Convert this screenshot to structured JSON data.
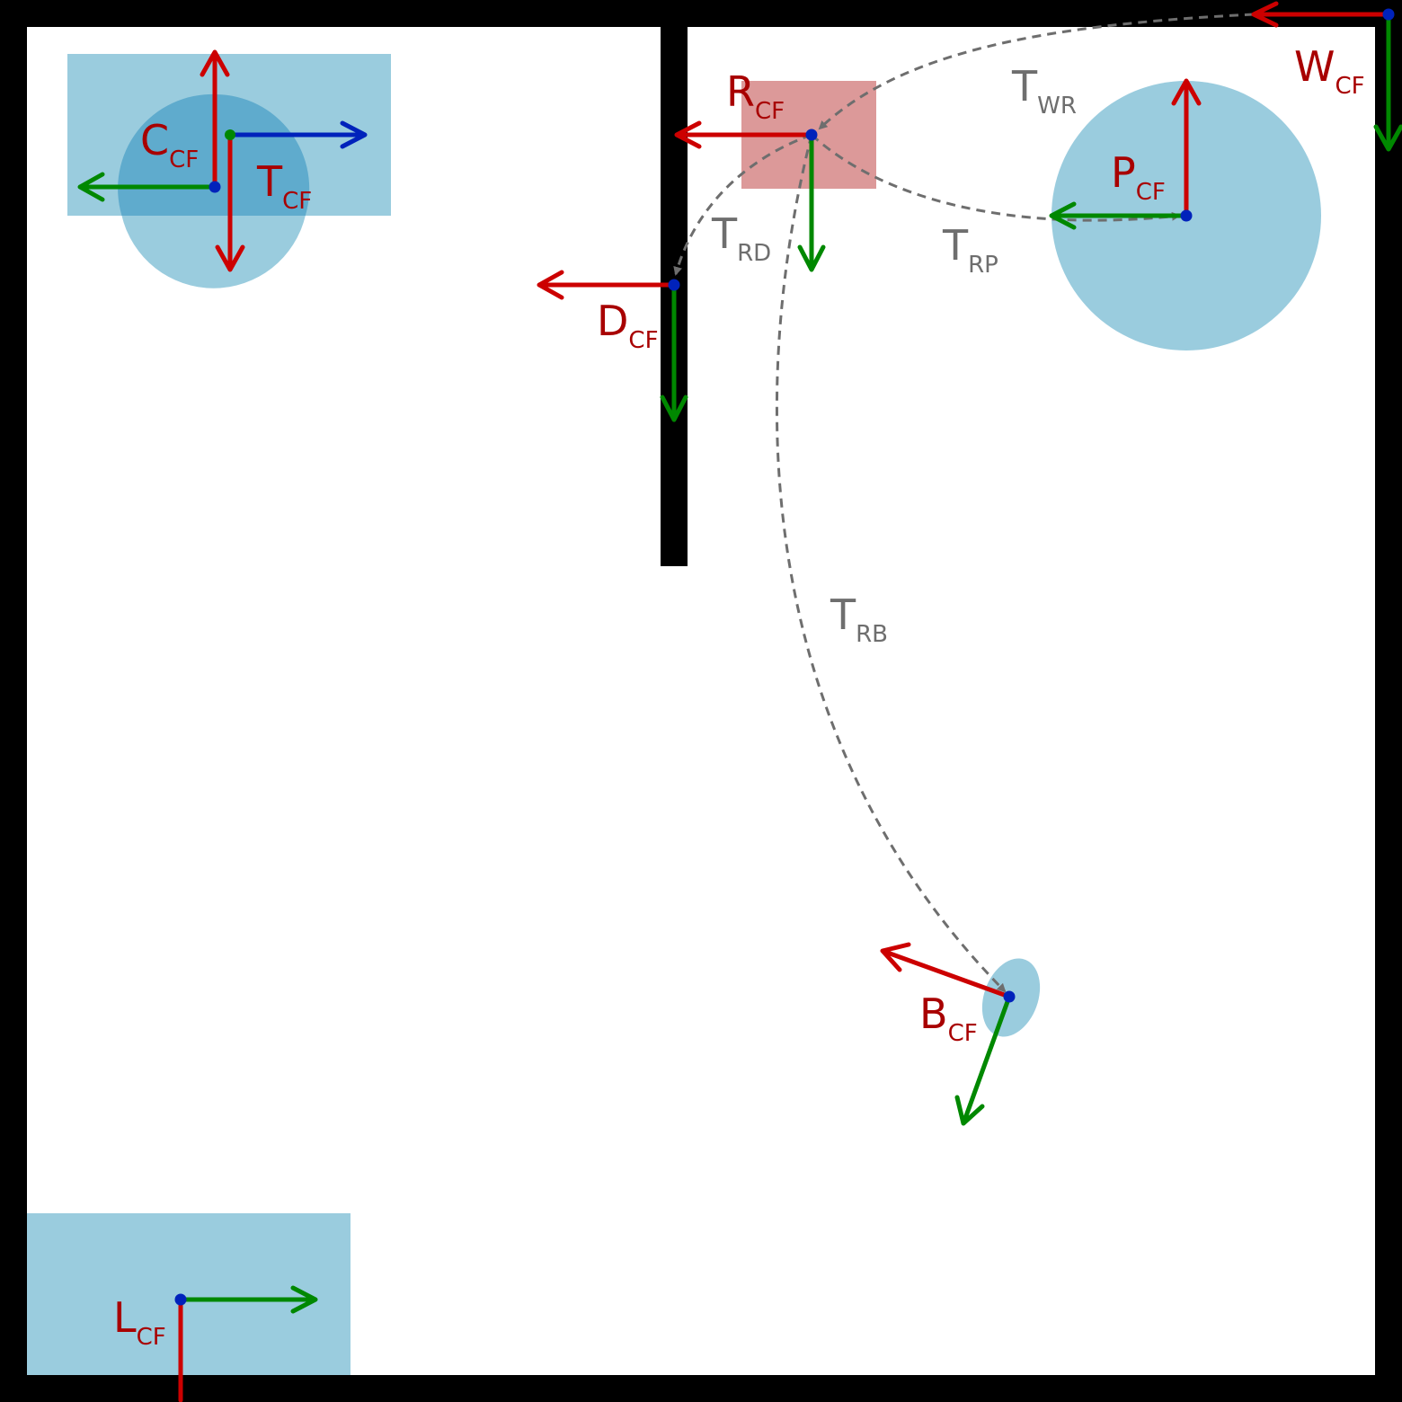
{
  "colors": {
    "background": "#ffffff",
    "wall": "#000000",
    "object_fill": "#9accde",
    "object_overlap": "#5fabcd",
    "robot_fill": "#dc9999",
    "axis_red": "#cc0000",
    "axis_green": "#008800",
    "axis_blue": "#0022bb",
    "origin_dot": "#0022bb",
    "label_red": "#a80000",
    "transform_gray": "#6e6e6e"
  },
  "frames": {
    "W": {
      "letter": "W",
      "sub": "CF"
    },
    "R": {
      "letter": "R",
      "sub": "CF"
    },
    "C": {
      "letter": "C",
      "sub": "CF"
    },
    "T": {
      "letter": "T",
      "sub": "CF"
    },
    "P": {
      "letter": "P",
      "sub": "CF"
    },
    "D": {
      "letter": "D",
      "sub": "CF"
    },
    "B": {
      "letter": "B",
      "sub": "CF"
    },
    "L": {
      "letter": "L",
      "sub": "CF"
    }
  },
  "transforms": {
    "WR": {
      "letter": "T",
      "sub": "WR"
    },
    "RD": {
      "letter": "T",
      "sub": "RD"
    },
    "RP": {
      "letter": "T",
      "sub": "RP"
    },
    "RB": {
      "letter": "T",
      "sub": "RB"
    }
  }
}
